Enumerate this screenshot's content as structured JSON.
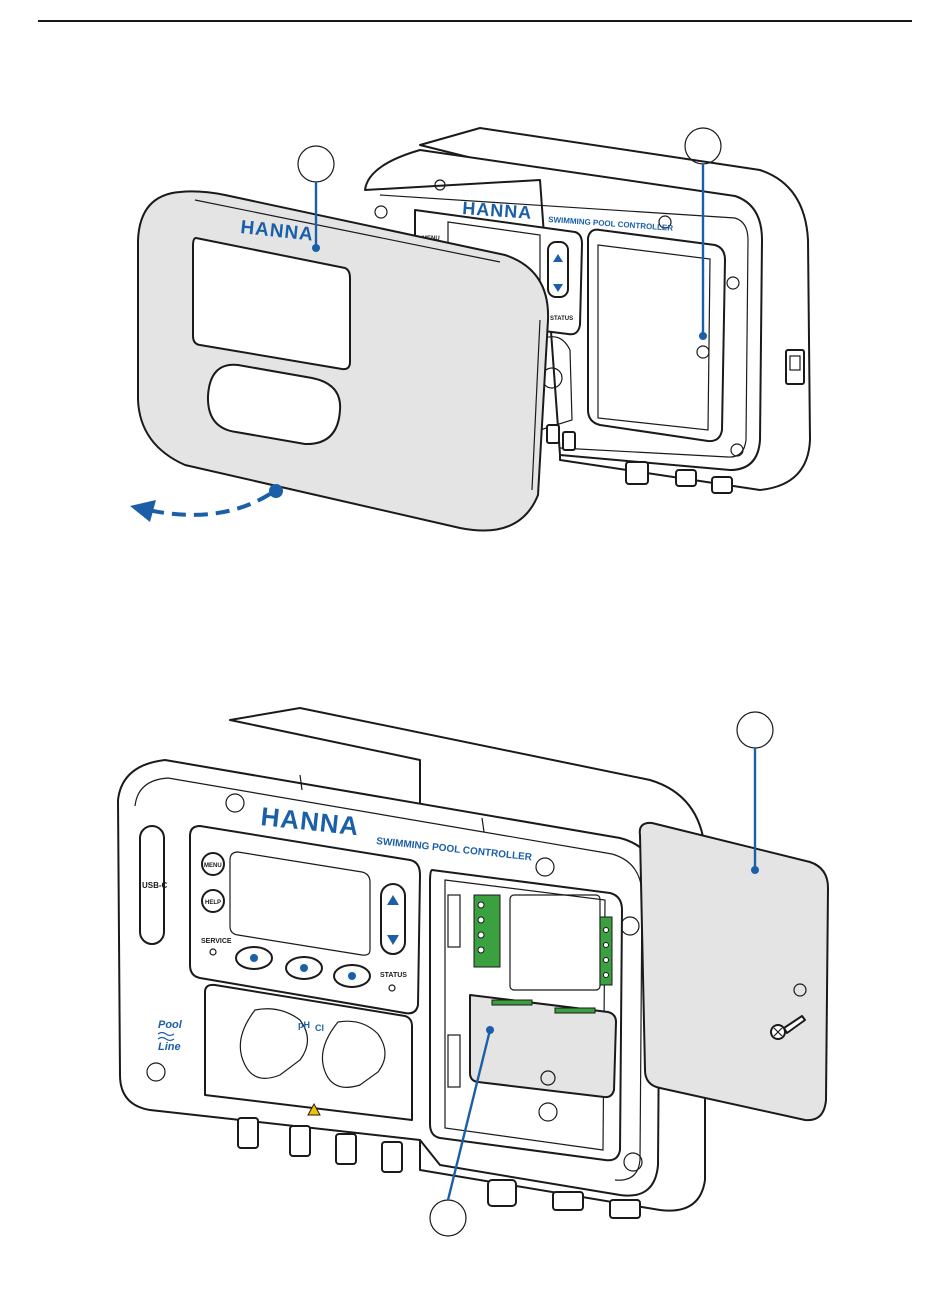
{
  "figure_top": {
    "device": {
      "brand": "HANNA",
      "model_label": "SWIMMING POOL CONTROLLER",
      "menu_label": "MENU",
      "status_label": "STATUS"
    },
    "cover": {
      "brand": "HANNA"
    }
  },
  "figure_bottom": {
    "device": {
      "brand": "HANNA",
      "model_label": "SWIMMING POOL CONTROLLER",
      "menu_label": "MENU",
      "help_label": "HELP",
      "service_label": "SERVICE",
      "status_label": "STATUS",
      "usb_label": "USB-C",
      "ph_label": "pH",
      "cl_label": "Cl",
      "logo_line1": "Pool",
      "logo_line2": "Line"
    }
  },
  "colors": {
    "accent": "#1a5fa8",
    "cover_fill": "#e4e4e4",
    "terminal_green": "#3aa040",
    "outline": "#1a1a1a"
  }
}
